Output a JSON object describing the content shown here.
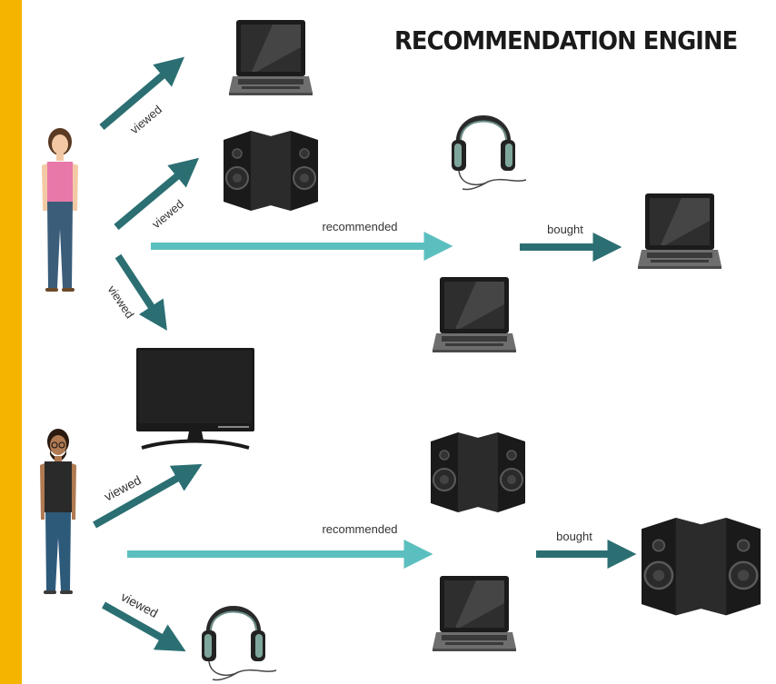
{
  "title": "RECOMMENDATION ENGINE",
  "users": [
    {
      "name": "woman-user",
      "edges": [
        {
          "label": "viewed",
          "item": "laptop"
        },
        {
          "label": "viewed",
          "item": "speakers"
        },
        {
          "label": "viewed",
          "item": "monitor"
        }
      ],
      "recommended_label": "recommended",
      "recommended_items": [
        "headphones",
        "laptop"
      ],
      "bought_label": "bought",
      "bought_item": "laptop"
    },
    {
      "name": "man-user",
      "edges": [
        {
          "label": "viewed",
          "item": "monitor"
        },
        {
          "label": "viewed",
          "item": "headphones"
        }
      ],
      "recommended_label": "recommended",
      "recommended_items": [
        "speakers",
        "laptop"
      ],
      "bought_label": "bought",
      "bought_item": "speakers"
    }
  ],
  "colors": {
    "background": "#f5b400",
    "panel": "#ffffff",
    "viewed_arrow": "#2b6f73",
    "recommended_arrow": "#5cbfbf",
    "bought_arrow": "#2b6f73"
  }
}
